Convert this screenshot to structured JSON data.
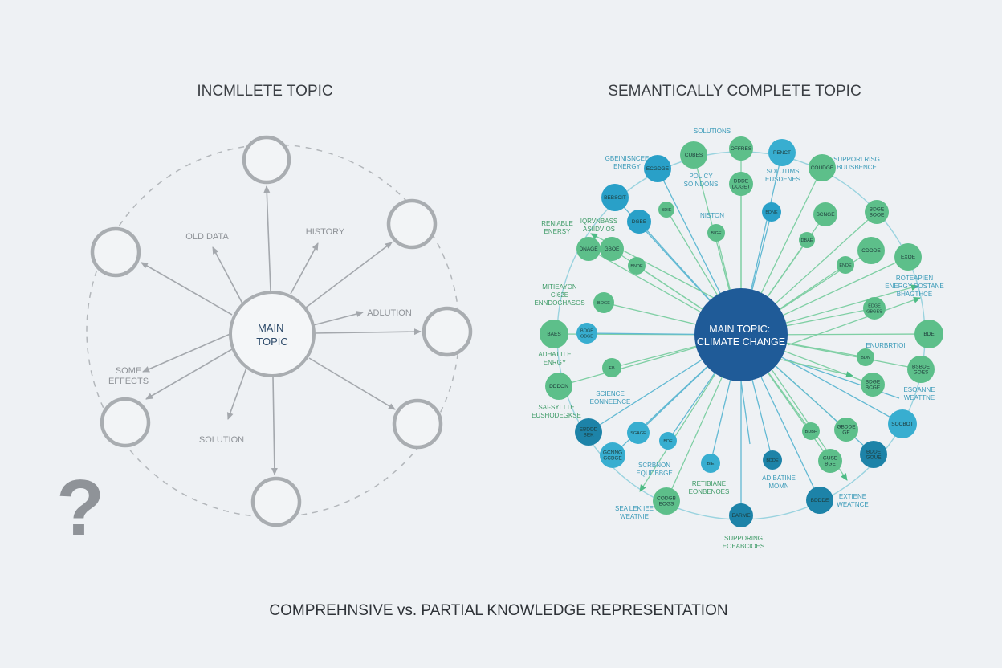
{
  "left_panel": {
    "title": "INCMLLETE TOPIC",
    "center_label": [
      "MAIN",
      "TOPIC"
    ],
    "labels": [
      "OLD DATA",
      "HISTORY",
      "ADLUTION",
      "SOME",
      "EFFECTS",
      "SOLUTION"
    ],
    "question_mark": "?"
  },
  "right_panel": {
    "title": "SEMANTICALLY COMPLETE TOPIC",
    "center_label": [
      "MAIN TOPIC:",
      "CLIMATE CHANGE"
    ],
    "free_labels": [
      {
        "lines": [
          "SOLUTIONS"
        ],
        "color": "#3a9ab8"
      },
      {
        "lines": [
          "GBEINISNCEE",
          "ENERGY"
        ],
        "color": "#3a9ab8"
      },
      {
        "lines": [
          "POLICY",
          "SOINDONS"
        ],
        "color": "#3a9ab8"
      },
      {
        "lines": [
          "SOLUTIMS",
          "EUSDENES"
        ],
        "color": "#3a9ab8"
      },
      {
        "lines": [
          "SUPPORI RISG",
          "BUUSBENCE"
        ],
        "color": "#3a9ab8"
      },
      {
        "lines": [
          "RENIABLE",
          "ENERSY"
        ],
        "color": "#3d9a66"
      },
      {
        "lines": [
          "IQRVNBASS",
          "ASIIDVIOS"
        ],
        "color": "#3d9a66"
      },
      {
        "lines": [
          "NISTON"
        ],
        "color": "#3a9ab8"
      },
      {
        "lines": [
          "MITIEAYON",
          "CI62E",
          "ENNDOGHASOS"
        ],
        "color": "#3d9a66"
      },
      {
        "lines": [
          "ROTEAPIEN",
          "ENERGY SOSTANE",
          "BHAGTHCE"
        ],
        "color": "#3a9ab8"
      },
      {
        "lines": [
          "ADHATTLE",
          "ENRGY"
        ],
        "color": "#3d9a66"
      },
      {
        "lines": [
          "ENURBRTIOI"
        ],
        "color": "#3a9ab8"
      },
      {
        "lines": [
          "SCIENCE",
          "EONNEENCE"
        ],
        "color": "#3a9ab8"
      },
      {
        "lines": [
          "SAI-SYLTTE",
          "EUSHODEGKSE"
        ],
        "color": "#3d9a66"
      },
      {
        "lines": [
          "ESOANNE",
          "WEATTNE"
        ],
        "color": "#3a9ab8"
      },
      {
        "lines": [
          "SCRBNON",
          "EQUDBBGE"
        ],
        "color": "#3a9ab8"
      },
      {
        "lines": [
          "RETIBIANE",
          "EONBENOES"
        ],
        "color": "#3d9a66"
      },
      {
        "lines": [
          "ADIBATINE",
          "MOMN"
        ],
        "color": "#3a9ab8"
      },
      {
        "lines": [
          "EXTIENE",
          "WEATNCE"
        ],
        "color": "#3a9ab8"
      },
      {
        "lines": [
          "SEA LEK IEE",
          "WEATNIE"
        ],
        "color": "#3a9ab8"
      },
      {
        "lines": [
          "SUPPORING",
          "EOEABCIOES"
        ],
        "color": "#3d9a66"
      }
    ],
    "nodes": [
      {
        "lines": [
          "CUBES"
        ],
        "color": "#5dbf8a"
      },
      {
        "lines": [
          "OFFRES"
        ],
        "color": "#5dbf8a"
      },
      {
        "lines": [
          "PENCT"
        ],
        "color": "#38aed0"
      },
      {
        "lines": [
          "COUDGE"
        ],
        "color": "#5dbf8a"
      },
      {
        "lines": [
          "ECGDGE"
        ],
        "color": "#29a0c8"
      },
      {
        "lines": [
          "DDDE",
          "DOGET"
        ],
        "color": "#5dbf8a"
      },
      {
        "lines": [
          "BEBSCIT"
        ],
        "color": "#29a0c8"
      },
      {
        "lines": [
          "DGBE"
        ],
        "color": "#29a0c8"
      },
      {
        "lines": [
          "BDIE"
        ],
        "color": "#5dbf8a"
      },
      {
        "lines": [
          "BDNE"
        ],
        "color": "#29a0c8"
      },
      {
        "lines": [
          "SCNGE"
        ],
        "color": "#5dbf8a"
      },
      {
        "lines": [
          "BDGE",
          "BOOE"
        ],
        "color": "#5dbf8a"
      },
      {
        "lines": [
          "DNAGE"
        ],
        "color": "#5dbf8a"
      },
      {
        "lines": [
          "GBOE"
        ],
        "color": "#5dbf8a"
      },
      {
        "lines": [
          "DBAE"
        ],
        "color": "#5dbf8a"
      },
      {
        "lines": [
          "CDODE"
        ],
        "color": "#5dbf8a"
      },
      {
        "lines": [
          "BIGE"
        ],
        "color": "#5dbf8a"
      },
      {
        "lines": [
          "BNDE"
        ],
        "color": "#5dbf8a"
      },
      {
        "lines": [
          "ENDE"
        ],
        "color": "#5dbf8a"
      },
      {
        "lines": [
          "EXOE"
        ],
        "color": "#5dbf8a"
      },
      {
        "lines": [
          "BOGE"
        ],
        "color": "#5dbf8a"
      },
      {
        "lines": [
          "EDGE",
          "GBGES"
        ],
        "color": "#5dbf8a"
      },
      {
        "lines": [
          "BAES"
        ],
        "color": "#5dbf8a"
      },
      {
        "lines": [
          "BOGE",
          "OBGE"
        ],
        "color": "#38aed0"
      },
      {
        "lines": [
          "BDE"
        ],
        "color": "#5dbf8a"
      },
      {
        "lines": [
          "BDN"
        ],
        "color": "#5dbf8a"
      },
      {
        "lines": [
          "EB"
        ],
        "color": "#5dbf8a"
      },
      {
        "lines": [
          "BDGE",
          "BCGE"
        ],
        "color": "#5dbf8a"
      },
      {
        "lines": [
          "BSBDE",
          "GOES"
        ],
        "color": "#5dbf8a"
      },
      {
        "lines": [
          "DDDON"
        ],
        "color": "#5dbf8a"
      },
      {
        "lines": [
          "SOCBOT"
        ],
        "color": "#38aed0"
      },
      {
        "lines": [
          "EBDDD",
          "BEK"
        ],
        "color": "#1d83a8"
      },
      {
        "lines": [
          "SGAGE"
        ],
        "color": "#38aed0"
      },
      {
        "lines": [
          "BDE"
        ],
        "color": "#38aed0"
      },
      {
        "lines": [
          "BDBF"
        ],
        "color": "#5dbf8a"
      },
      {
        "lines": [
          "GBDDE",
          "GE"
        ],
        "color": "#5dbf8a"
      },
      {
        "lines": [
          "BDDE",
          "GOUE"
        ],
        "color": "#1d83a8"
      },
      {
        "lines": [
          "GCNNG",
          "GCBGE"
        ],
        "color": "#38aed0"
      },
      {
        "lines": [
          "BIE"
        ],
        "color": "#38aed0"
      },
      {
        "lines": [
          "BDDE"
        ],
        "color": "#1d83a8"
      },
      {
        "lines": [
          "GUSE",
          "BGE"
        ],
        "color": "#5dbf8a"
      },
      {
        "lines": [
          "CODGB",
          "EOGS"
        ],
        "color": "#5dbf8a"
      },
      {
        "lines": [
          "BDDDE"
        ],
        "color": "#1d83a8"
      },
      {
        "lines": [
          "EARME"
        ],
        "color": "#1d83a8"
      }
    ]
  },
  "caption": "COMPREHNSIVE vs. PARTIAL KNOWLEDGE REPRESENTATION"
}
